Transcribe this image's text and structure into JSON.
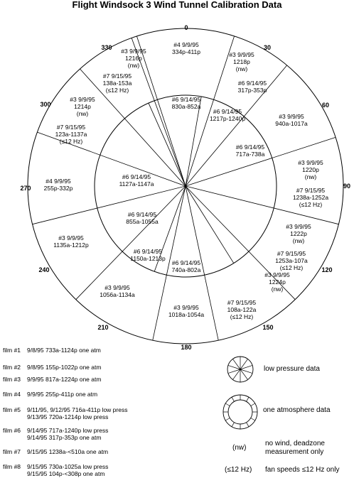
{
  "title": "Flight Windsock 3 Wind Tunnel Calibration Data",
  "degrees": [
    "0",
    "30",
    "60",
    "90",
    "120",
    "150",
    "180",
    "210",
    "240",
    "270",
    "300",
    "330"
  ],
  "outer_labels": [
    [
      "#4 9/9/95",
      "334p-411p"
    ],
    [
      "#3 9/9/95",
      "1218p",
      "(nw)"
    ],
    [
      "#6 9/14/95",
      "317p-353p"
    ],
    [
      "#3 9/9/95",
      "940a-1017a"
    ],
    [
      "#3 9/9/95",
      "1220p",
      "(nw)"
    ],
    [
      "#7 9/15/95",
      "1238a-1252a",
      "(≤12 Hz)"
    ],
    [
      "#3 9/9/95",
      "1222p",
      "(nw)"
    ],
    [
      "#7 9/15/95",
      "1253a-107a",
      "(≤12 Hz)"
    ],
    [
      "#3 9/9/95",
      "1224p",
      "(nw)"
    ],
    [
      "#7 9/15/95",
      "108a-122a",
      "(≤12 Hz)"
    ],
    [
      "#3 9/9/95",
      "1018a-1054a"
    ],
    [
      "#3 9/9/95",
      "1056a-1134a"
    ],
    [
      "#3 9/9/95",
      "1135a-1212p"
    ],
    [
      "#4 9/9/95",
      "255p-332p"
    ],
    [
      "#7 9/15/95",
      "123a-1137a",
      "(≤12 Hz)"
    ],
    [
      "#3 9/9/95",
      "1214p",
      "(nw)"
    ],
    [
      "#7 9/15/95",
      "138a-153a",
      "(≤12 Hz)"
    ],
    [
      "#3 9/9/95",
      "1216p",
      "(nw)"
    ]
  ],
  "inner_labels": [
    [
      "#6 9/14/95",
      "830a-852a"
    ],
    [
      "#6 9/14/95",
      "1217p-1240p"
    ],
    [
      "#6 9/14/95",
      "717a-738a"
    ],
    [
      "#6 9/14/95",
      "740a-802a"
    ],
    [
      "#6 9/14/95",
      "1150a-1213p"
    ],
    [
      "#6 9/14/95",
      "855a-1055a"
    ],
    [
      "#6 9/14/95",
      "1127a-1147a"
    ]
  ],
  "films": [
    {
      "label": "film #1",
      "lines": [
        "9/8/95 733a-1124p one atm"
      ]
    },
    {
      "label": "film #2",
      "lines": [
        "9/8/95 155p-1022p one atm"
      ]
    },
    {
      "label": "film #3",
      "lines": [
        "9/9/95 817a-1224p one atm"
      ]
    },
    {
      "label": "film #4",
      "lines": [
        "9/9/95 255p-411p one atm"
      ]
    },
    {
      "label": "film #5",
      "lines": [
        "9/11/95, 9/12/95 716a-411p low press",
        "9/13/95 720a-1214p low press"
      ]
    },
    {
      "label": "film #6",
      "lines": [
        "9/14/95 717a-1240p low press",
        "9/14/95 317p-353p one atm"
      ]
    },
    {
      "label": "film #7",
      "lines": [
        "9/15/95 1238a-<510a one atm"
      ]
    },
    {
      "label": "film #8",
      "lines": [
        "9/15/95 730a-1025a low press",
        "9/15/95 104p-<308p one atm"
      ]
    }
  ],
  "legend": {
    "low_pressure": "low pressure data",
    "one_atm": "one atmosphere data",
    "nw_symbol": "(nw)",
    "nw_text": [
      "no wind, deadzone",
      "measurement only"
    ],
    "hz_symbol": "(≤12 Hz)",
    "hz_text": "fan speeds ≤12 Hz only"
  }
}
